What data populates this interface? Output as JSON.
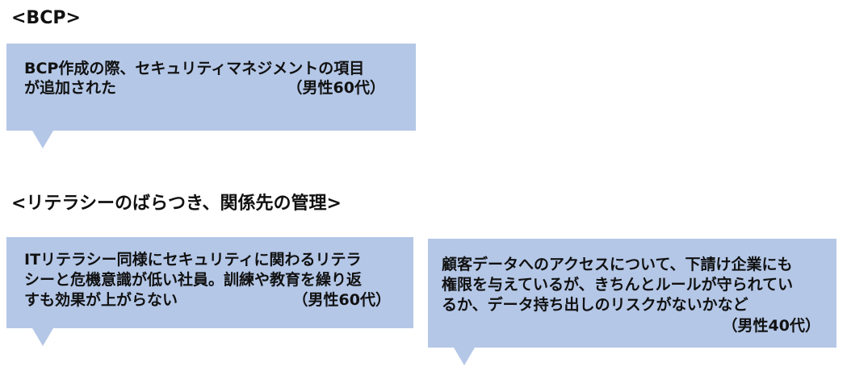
{
  "sections": [
    {
      "heading": "<BCP>",
      "bubbles": [
        {
          "lines": [
            "BCP作成の際、セキュリティマネジメントの項目",
            "が追加された"
          ],
          "attribution": "（男性60代）"
        }
      ]
    },
    {
      "heading": "<リテラシーのばらつき、関係先の管理>",
      "bubbles": [
        {
          "lines": [
            "ITリテラシー同様にセキュリティに関わるリテラ",
            "シーと危機意識が低い社員。訓練や教育を繰り返",
            "すも効果が上がらない"
          ],
          "attribution": "（男性60代）"
        },
        {
          "lines": [
            "顧客データへのアクセスについて、下請け企業にも",
            "権限を与えているが、きちんとルールが守られてい",
            "るか、データ持ち出しのリスクがないかなど"
          ],
          "attribution": "（男性40代）"
        }
      ]
    }
  ],
  "colors": {
    "bubble_fill": "#b4c7e7",
    "text": "#111111",
    "background": "#ffffff"
  }
}
